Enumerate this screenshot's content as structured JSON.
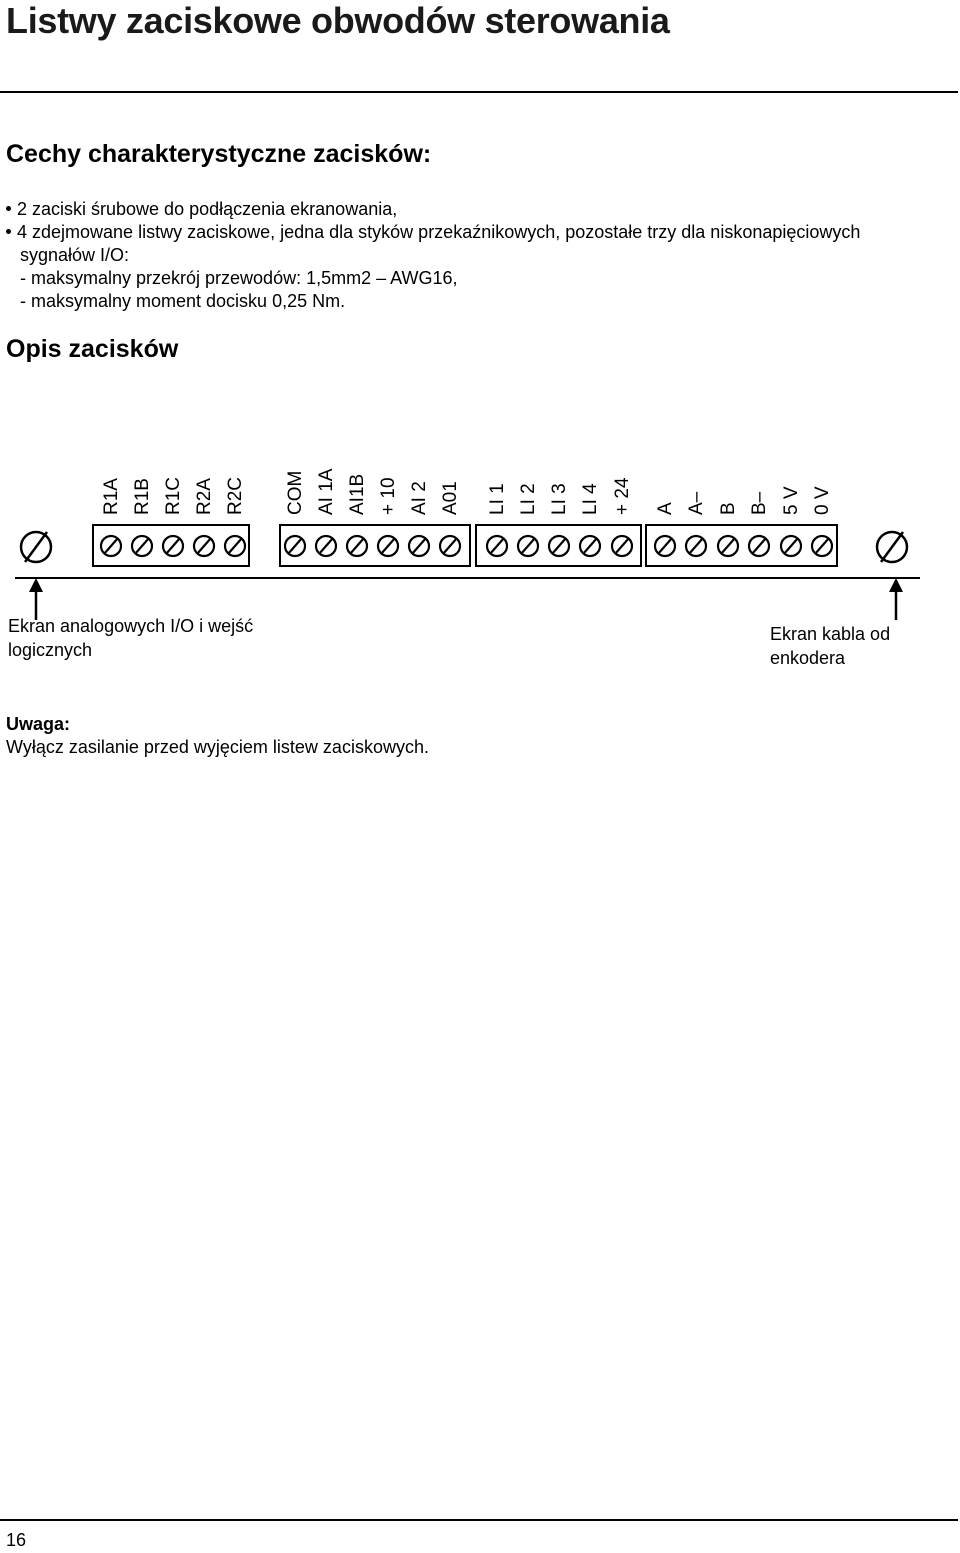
{
  "header": {
    "title": "Listwy zaciskowe obwodów sterowania"
  },
  "features": {
    "heading": "Cechy charakterystyczne zacisków:",
    "bullets": [
      "2 zaciski śrubowe do podłączenia ekranowania,",
      "4 zdejmowane listwy zaciskowe, jedna dla styków przekaźnikowych, pozostałe trzy dla niskonapięciowych"
    ],
    "continuation": "sygnałów I/O:",
    "sub_items": [
      "- maksymalny przekrój przewodów: 1,5mm2 – AWG16,",
      "- maksymalny moment docisku 0,25 Nm."
    ]
  },
  "terminals": {
    "heading": "Opis zacisków",
    "blocks": [
      {
        "labels": [
          "R1A",
          "R1B",
          "R1C",
          "R2A",
          "R2C"
        ]
      },
      {
        "labels": [
          "COM",
          "AI 1A",
          "AI1B",
          "+ 10",
          "AI 2",
          "A01"
        ]
      },
      {
        "labels": [
          "LI 1",
          "LI 2",
          "LI 3",
          "LI 4",
          "+ 24"
        ]
      },
      {
        "labels": [
          "A",
          "A–",
          "B",
          "B–",
          "5 V",
          "0 V"
        ]
      }
    ],
    "left_shield_caption": [
      "Ekran analogowych I/O i wejść",
      "logicznych"
    ],
    "right_shield_caption": [
      "Ekran kabla od",
      "enkodera"
    ]
  },
  "note": {
    "title": "Uwaga:",
    "text": "Wyłącz zasilanie przed wyjęciem listew zaciskowych."
  },
  "footer": {
    "page_number": "16"
  }
}
